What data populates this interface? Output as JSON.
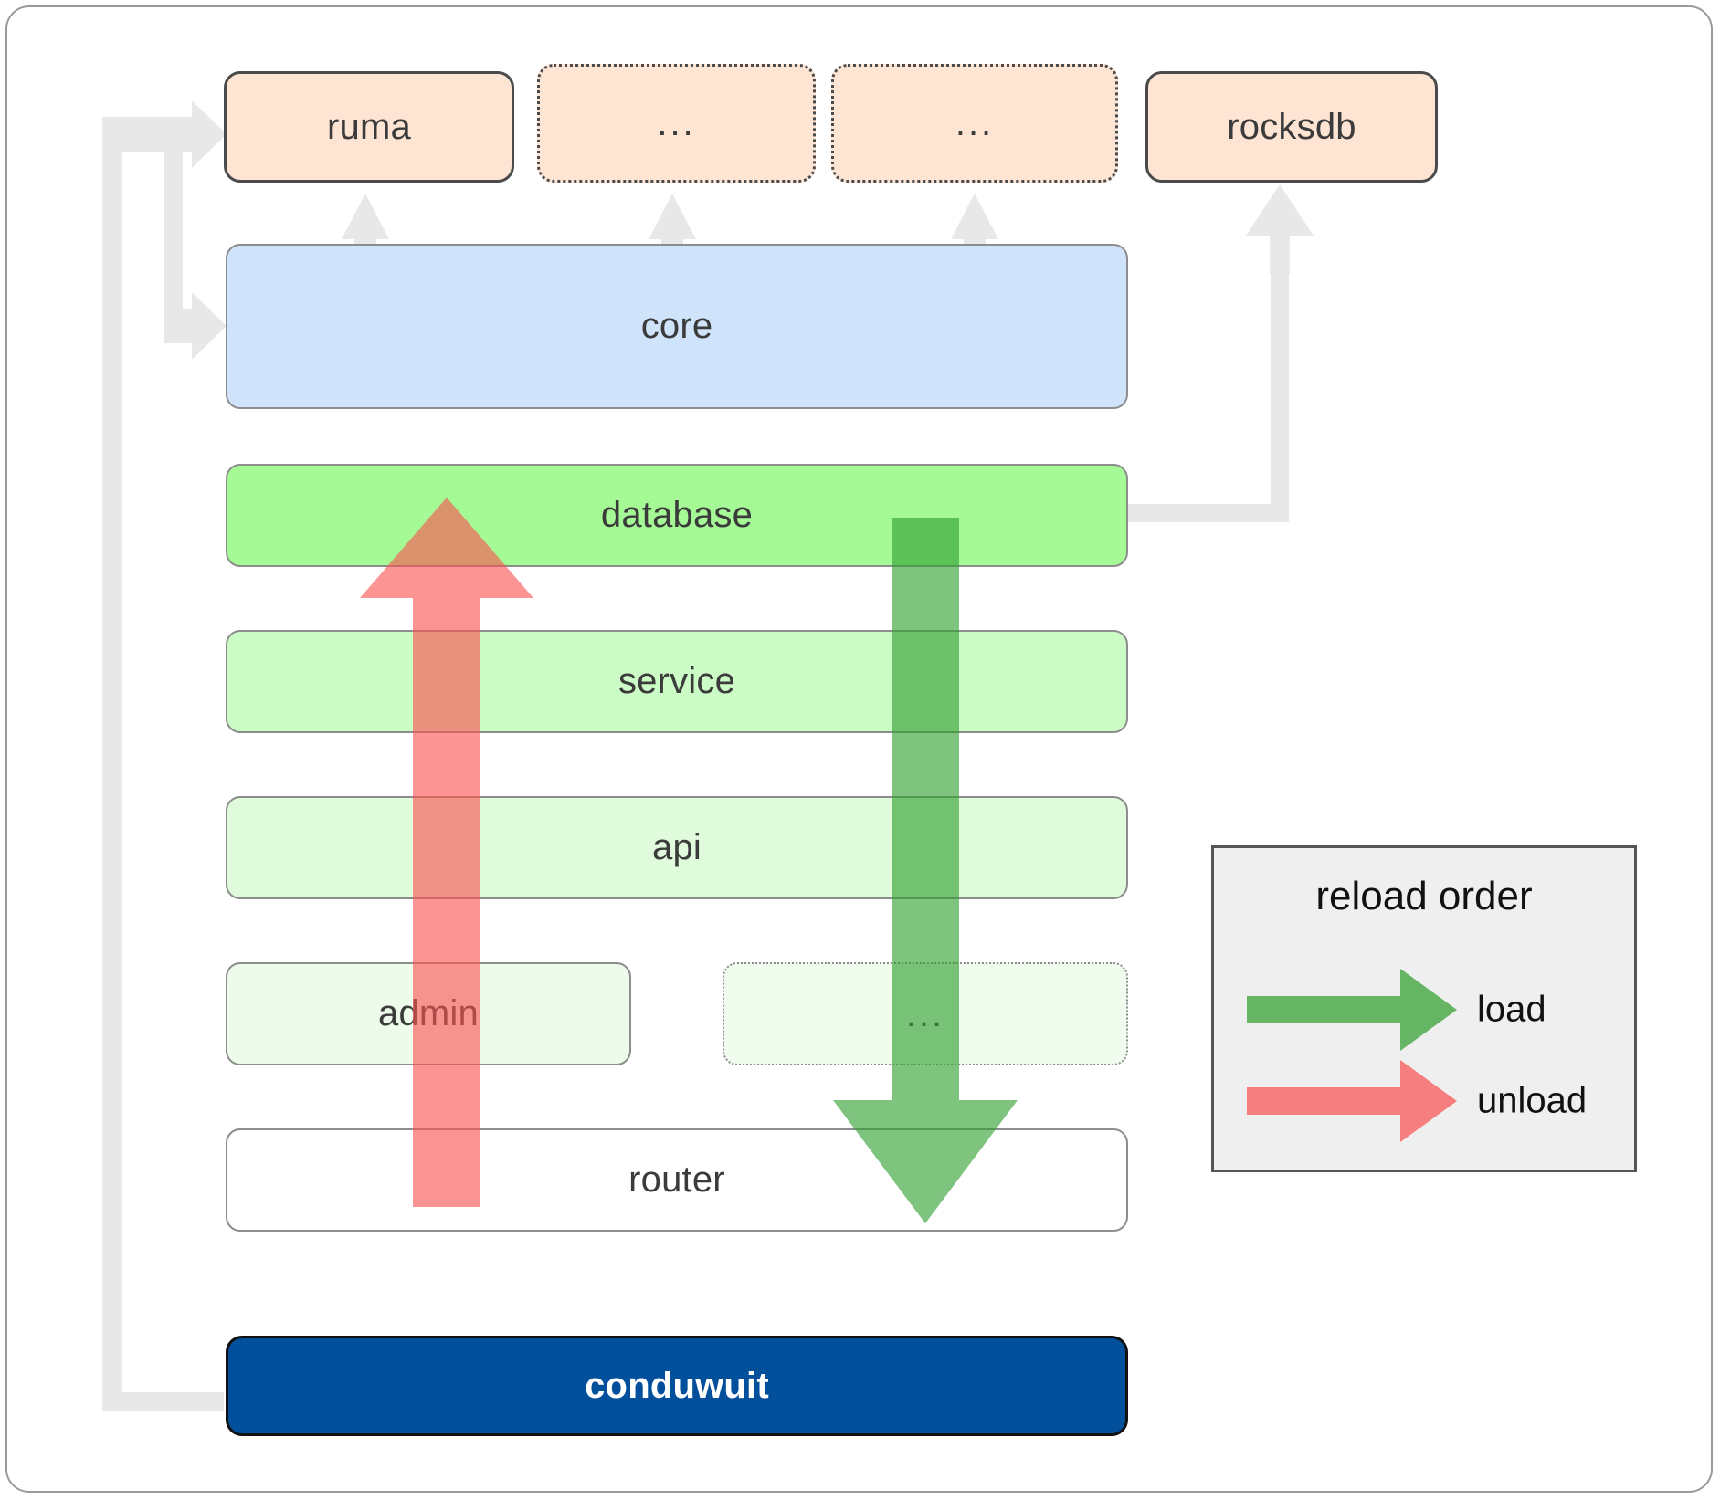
{
  "diagram": {
    "title": "conduwuit crate dependency and reload order diagram",
    "dependencies": [
      {
        "id": "ruma",
        "label": "ruma",
        "style": "solid"
      },
      {
        "id": "dep2",
        "label": "...",
        "style": "dotted"
      },
      {
        "id": "dep3",
        "label": "...",
        "style": "dotted"
      },
      {
        "id": "rocksdb",
        "label": "rocksdb",
        "style": "solid"
      }
    ],
    "core": {
      "id": "core",
      "label": "core",
      "color": "#cfe3fb"
    },
    "layers": [
      {
        "id": "database",
        "label": "database",
        "color": "#a6fa96",
        "style": "solid"
      },
      {
        "id": "service",
        "label": "service",
        "color": "#ccfcc5",
        "style": "solid"
      },
      {
        "id": "api",
        "label": "api",
        "color": "#e0fbdb",
        "style": "solid"
      },
      {
        "id": "admin",
        "label": "admin",
        "color": "#edfcea",
        "style": "solid"
      },
      {
        "id": "extra",
        "label": "...",
        "color": "#f0fdee",
        "style": "dotted"
      },
      {
        "id": "router",
        "label": "router",
        "color": "#ffffff",
        "style": "solid"
      }
    ],
    "root": {
      "id": "conduwuit",
      "label": "conduwuit",
      "color": "#02509c",
      "text_color": "#ffffff"
    },
    "legend": {
      "title": "reload order",
      "items": [
        {
          "id": "load",
          "label": "load",
          "color": "#57ab5a"
        },
        {
          "id": "unload",
          "label": "unload",
          "color": "#fa8383"
        }
      ]
    },
    "flows": [
      {
        "id": "unload-flow",
        "label": "unload",
        "direction": "up",
        "color": "#fa8383"
      },
      {
        "id": "load-flow",
        "label": "load",
        "direction": "down",
        "color": "#4ca64c"
      }
    ],
    "connector_color": "#e8e8e8"
  }
}
